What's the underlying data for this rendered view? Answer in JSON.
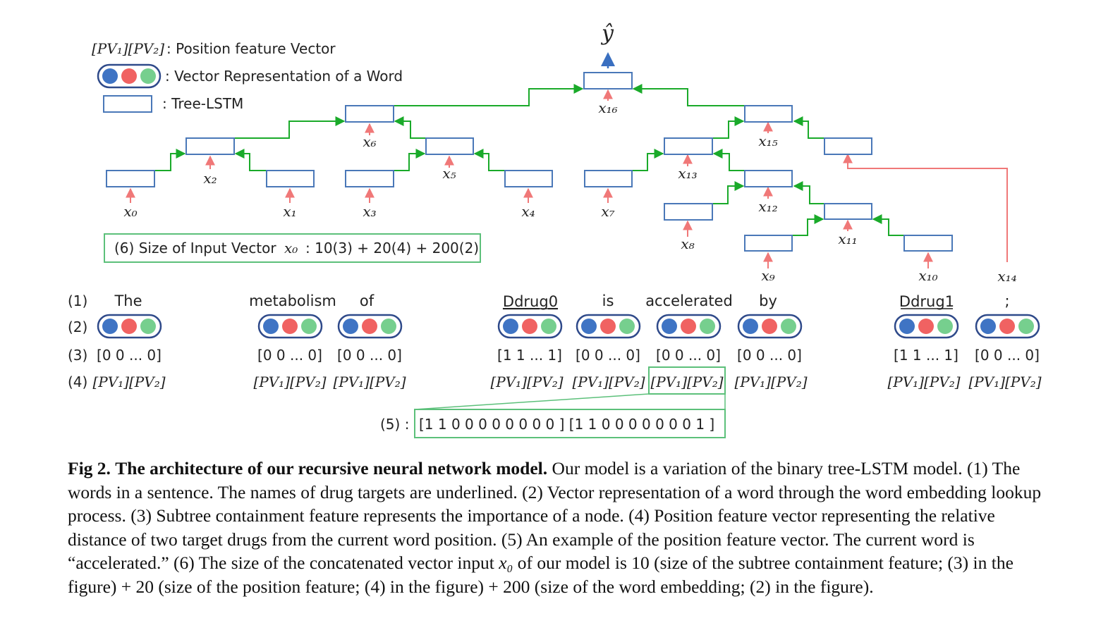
{
  "legend": {
    "pv_symbol": "[PV₁][PV₂]",
    "pv_text": ": Position feature Vector",
    "vec_text": ": Vector Representation of a Word",
    "lstm_text": ": Tree-LSTM"
  },
  "output_label": "ŷ",
  "nodes": {
    "n0": "x₀",
    "n1": "x₁",
    "n2": "x₂",
    "n3": "x₃",
    "n4": "x₄",
    "n5": "x₅",
    "n6": "x₆",
    "n7": "x₇",
    "n8": "x₈",
    "n9": "x₉",
    "n10": "x₁₀",
    "n11": "x₁₁",
    "n12": "x₁₂",
    "n13": "x₁₃",
    "n14": "x₁₄",
    "n15": "x₁₅",
    "n16": "x₁₆"
  },
  "input_size": {
    "prefix": "(6) Size of Input Vector",
    "var": "x₀",
    "formula": ": 10(3) + 20(4) + 200(2)"
  },
  "row_labels": [
    "(1)",
    "(2)",
    "(3)",
    "(4)"
  ],
  "words": [
    {
      "word": "The",
      "subtree": "[0 0 ... 0]",
      "pv": "[PV₁][PV₂]"
    },
    {
      "word": "metabolism",
      "subtree": "[0 0 ... 0]",
      "pv": "[PV₁][PV₂]"
    },
    {
      "word": "of",
      "subtree": "[0 0 ... 0]",
      "pv": "[PV₁][PV₂]"
    },
    {
      "word": "Ddrug0",
      "subtree": "[1 1 ... 1]",
      "pv": "[PV₁][PV₂]"
    },
    {
      "word": "is",
      "subtree": "[0 0 ... 0]",
      "pv": "[PV₁][PV₂]"
    },
    {
      "word": "accelerated",
      "subtree": "[0 0 ... 0]",
      "pv": "[PV₁][PV₂]"
    },
    {
      "word": "by",
      "subtree": "[0 0 ... 0]",
      "pv": "[PV₁][PV₂]"
    },
    {
      "word": "Ddrug1",
      "subtree": "[1 1 ... 1]",
      "pv": "[PV₁][PV₂]"
    },
    {
      "word": ";",
      "subtree": "[0 0 ... 0]",
      "pv": "[PV₁][PV₂]"
    }
  ],
  "example": {
    "label": "(5) :",
    "value": "[1 1 0 0 0 0 0 0 0 0 ] [1 1 0 0 0 0 0 0 0 1 ]"
  },
  "caption": {
    "fig": "Fig 2.",
    "title": "The architecture of our recursive neural network model.",
    "body1": " Our model is a variation of the binary tree-LSTM model. (1) The words in a sentence. The names of drug targets are underlined. (2) Vector representation of a word through the word embedding lookup process. (3) Subtree containment feature represents the importance of a node. (4) Position feature vector representing the relative distance of two target drugs from the current word position. (5) An example of the position feature vector. The current word is “accelerated.” (6) The size of the concatenated vector input ",
    "var": "x₀",
    "body2": " of our model is 10 (size of the subtree containment feature; (3) in the figure) + 20 (size of the position feature; (4) in the figure) + 200 (size of the word embedding; (2) in the figure)."
  },
  "colors": {
    "box": "#4a78b8",
    "edge": "#1aaa2a",
    "input_arrow": "#f07878",
    "output_arrow": "#3a6fc0",
    "dot_blue": "#3f74c4",
    "dot_red": "#f06262",
    "dot_green": "#76cf8e",
    "frame": "#5cc07a"
  }
}
